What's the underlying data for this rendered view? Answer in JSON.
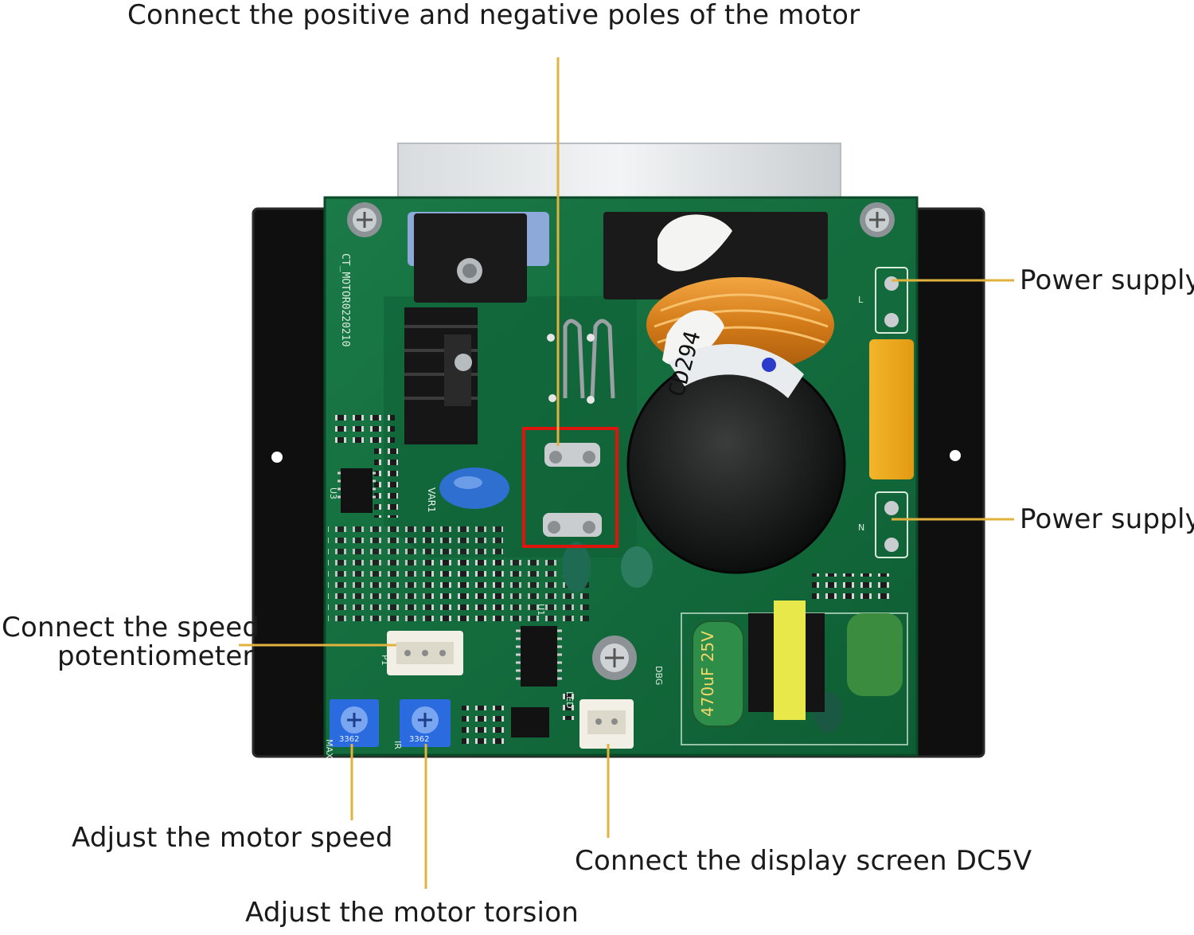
{
  "labels": {
    "motor_poles": "Connect the positive and negative poles of the motor",
    "power_supply_top": "Power supply",
    "power_supply_bottom": "Power supply",
    "speed_potentiometer_line1": "Connect the speed",
    "speed_potentiometer_line2": "potentiometer",
    "motor_speed": "Adjust the motor speed",
    "motor_torsion": "Adjust the motor torsion",
    "display_screen": "Connect the display screen DC5V"
  },
  "board": {
    "silkscreen_model": "CT_MOTOR0220210",
    "capacitor_main": "CD294",
    "capacitor_small": "470uF 25V",
    "trimmer_left": "MAX",
    "trimmer_right": "IR",
    "trimmer_code": "3362",
    "pins_right": "L",
    "pins_right_2": "N",
    "ref_varistor": "VAR1",
    "ref_u1": "U1",
    "ref_u3": "U3",
    "ref_p1": "P1",
    "ref_led": "LED",
    "ref_dbg": "DBG"
  },
  "colors": {
    "pcb": "#136d3e",
    "heatsink": "#0f0f0f",
    "leader": "#e2b23f",
    "highlight": "#e0140f"
  }
}
